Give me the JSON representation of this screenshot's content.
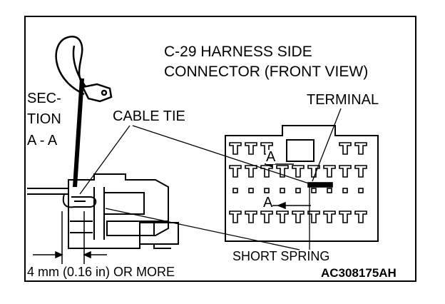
{
  "labels": {
    "title_line1": "C-29 HARNESS SIDE",
    "title_line2": "CONNECTOR (FRONT VIEW)",
    "section_line1": "SEC-",
    "section_line2": "TION",
    "section_line3": "A - A",
    "cable_tie": "CABLE TIE",
    "terminal": "TERMINAL",
    "section_marker_top": "A",
    "section_marker_bottom": "A",
    "short_spring": "SHORT SPRING",
    "measurement": "4 mm (0.16 in) OR MORE",
    "figure_code": "AC308175AH"
  }
}
